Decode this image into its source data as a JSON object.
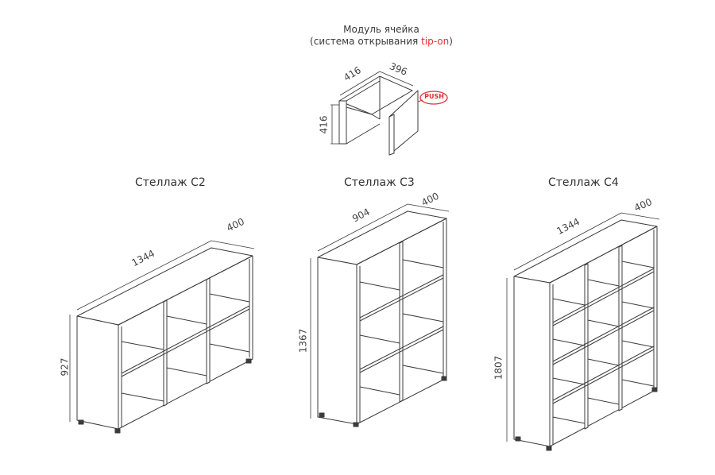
{
  "module": {
    "title_line1": "Модуль ячейка",
    "title_line2_pre": "(система открывания ",
    "title_line2_accent": "tip-on",
    "title_line2_post": ")",
    "dim_depth": "416",
    "dim_width": "396",
    "dim_height": "416",
    "push_label": "PUSH",
    "accent_color": "#e03030"
  },
  "rack_c2": {
    "title": "Стеллаж С2",
    "dim_width": "1344",
    "dim_depth": "400",
    "dim_height": "927"
  },
  "rack_c3": {
    "title": "Стеллаж С3",
    "dim_width": "904",
    "dim_depth": "400",
    "dim_height": "1367"
  },
  "rack_c4": {
    "title": "Стеллаж С4",
    "dim_width": "1344",
    "dim_depth": "400",
    "dim_height": "1807"
  }
}
